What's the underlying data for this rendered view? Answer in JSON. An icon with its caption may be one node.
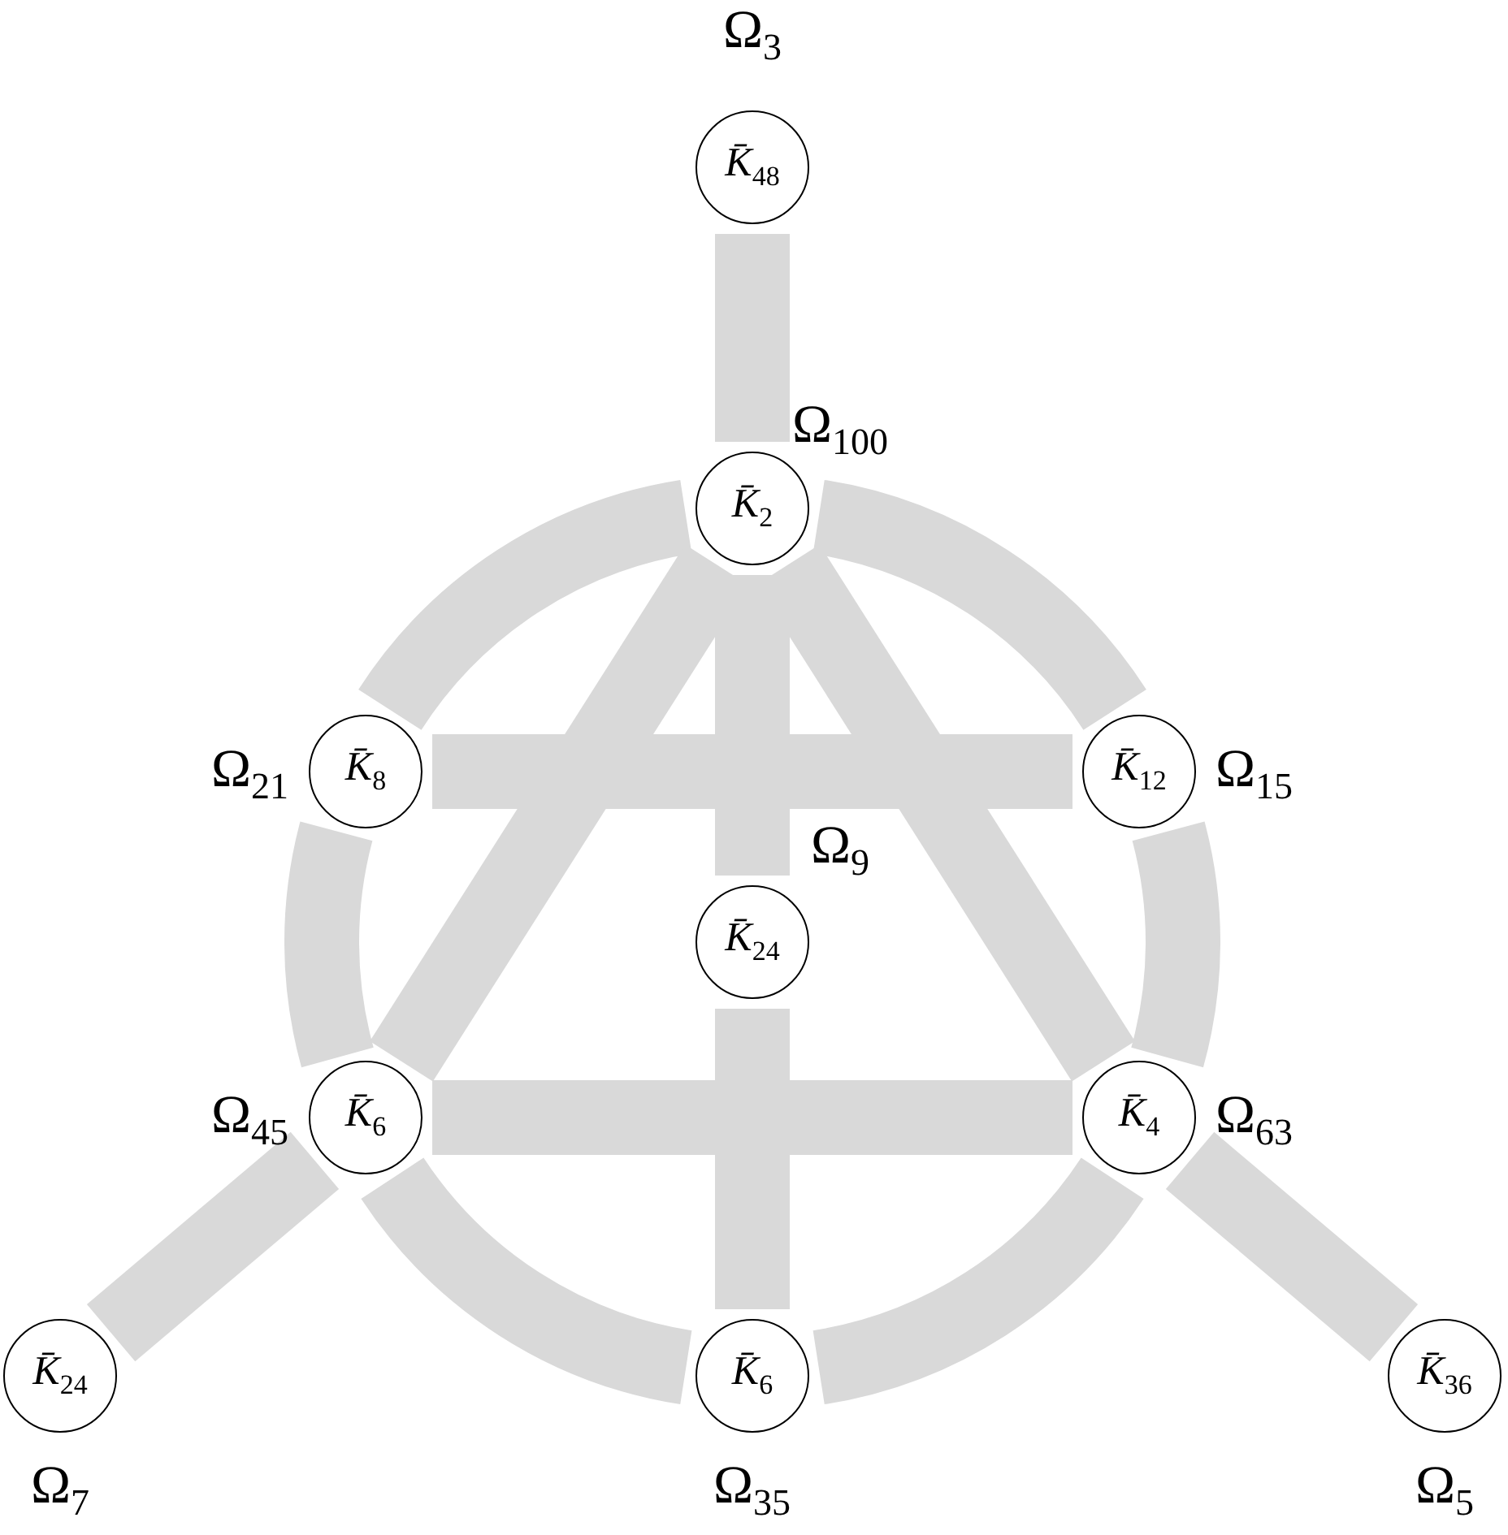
{
  "diagram": {
    "nodes": [
      {
        "text": [
          "K̄$_{48}$"
        ],
        "beside": [
          "Ω$_{3}$"
        ]
      },
      {
        "text": [
          "K̄$_{2}$"
        ],
        "beside": [
          "Ω$_{100}$"
        ]
      },
      {
        "text": [
          "K̄$_{8}$"
        ],
        "beside": [
          "Ω$_{21}$"
        ]
      },
      {
        "text": [
          "K̄$_{12}$"
        ],
        "beside": [
          "Ω$_{15}$"
        ]
      },
      {
        "text": [
          "K̄$_{24}$"
        ],
        "beside": [
          "Ω$_{9}$"
        ]
      },
      {
        "text": [
          "K̄$_{6}$"
        ],
        "beside": [
          "Ω$_{45}$"
        ]
      },
      {
        "text": [
          "K̄$_{4}$"
        ],
        "beside": [
          "Ω$_{63}$"
        ]
      },
      {
        "text": [
          "K̄$_{24}$"
        ],
        "beside": [
          "Ω$_{7}$"
        ]
      },
      {
        "text": [
          "K̄$_{6}$"
        ],
        "beside": [
          "Ω$_{35}$"
        ]
      },
      {
        "text": [
          "K̄$_{36}$"
        ],
        "beside": [
          "Ω$_{5}$"
        ]
      }
    ],
    "edges": [
      {
        "from": 0,
        "to": 1,
        "arrow": "none"
      },
      {
        "from": 1,
        "to": 3,
        "arrow": "none"
      },
      {
        "from": 3,
        "to": 6,
        "arrow": "none"
      },
      {
        "from": 6,
        "to": 8,
        "arrow": "none"
      },
      {
        "from": 8,
        "to": 5,
        "arrow": "none"
      },
      {
        "from": 5,
        "to": 2,
        "arrow": "none"
      },
      {
        "from": 2,
        "to": 1,
        "arrow": "none"
      },
      {
        "from": 1,
        "to": 5,
        "arrow": "none"
      },
      {
        "from": 1,
        "to": 6,
        "arrow": "none"
      },
      {
        "from": 1,
        "to": 4,
        "arrow": "none"
      },
      {
        "from": 2,
        "to": 3,
        "arrow": "none"
      },
      {
        "from": 5,
        "to": 6,
        "arrow": "none"
      },
      {
        "from": 4,
        "to": 8,
        "arrow": "none"
      },
      {
        "from": 5,
        "to": 7,
        "arrow": "none"
      },
      {
        "from": 6,
        "to": 9,
        "arrow": "none"
      }
    ]
  }
}
